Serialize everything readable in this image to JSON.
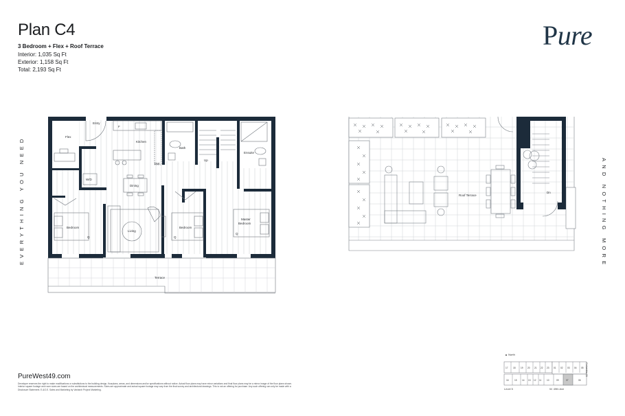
{
  "header": {
    "plan_name": "Plan C4",
    "plan_type": "3 Bedroom + Flex + Roof Terrace",
    "interior": "Interior: 1,035 Sq Ft",
    "exterior": "Exterior: 1,158 Sq Ft",
    "total": "Total: 2,193 Sq Ft"
  },
  "brand": {
    "logo_text_p": "P",
    "logo_text_rest": "ure",
    "color": "#1f3446"
  },
  "side_text": {
    "left": "EVERYTHING YOU NEED",
    "right": "AND NOTHING MORE"
  },
  "colors": {
    "wall": "#1c2b3a",
    "line": "#8a8f95",
    "key_highlight": "#c8c8c8"
  },
  "main_floor": {
    "rooms": {
      "flex": "Flex",
      "entry": "Entry",
      "kitchen": "Kitchen",
      "fridge": "F",
      "dw": "DW",
      "wd": "W/D",
      "dining": "Dining",
      "bath": "Bath",
      "up": "Up",
      "ensuite": "Ensuite",
      "bedroom_1": "Bedroom",
      "living": "Living",
      "bedroom_2": "Bedroom",
      "master_bedroom_1": "Master",
      "master_bedroom_2": "Bedroom",
      "terrace": "Terrace",
      "queen": "Q"
    }
  },
  "roof": {
    "rooms": {
      "roof_terrace": "Roof Terrace",
      "dn": "Dn"
    }
  },
  "footer": {
    "website": "PureWest49.com",
    "disclaimer": "Developer reserves the right to make modifications or substitutions to the building design, floorplans, areas, and dimensions and/or specifications without notice. Actual floor plans may have minor variations and final floor plans may be a mirror image of the floor plans shown. Interior square footage and room sizes are based on the architectural measurements. Sizes are approximate and actual square footage may vary from the final survey and architectural drawings. This is not an offering for purchase. Any such offering can only be made with a Disclosure Statement. E.&O.E. Sales and Marketing by Vanlarch Project Marketing."
  },
  "key_plan": {
    "north_label": "North",
    "level": "Level 5",
    "street": "W. 49th Ave",
    "side_street": "Columbia St",
    "top_units": [
      "17",
      "18",
      "19",
      "20",
      "21",
      "22",
      "23",
      "01",
      "02",
      "03",
      "04",
      "05"
    ],
    "bottom_units": [
      "16",
      "15",
      "14",
      "13",
      "12",
      "11",
      "10",
      "09",
      "08",
      "07",
      "06"
    ],
    "highlighted_unit": "07"
  }
}
